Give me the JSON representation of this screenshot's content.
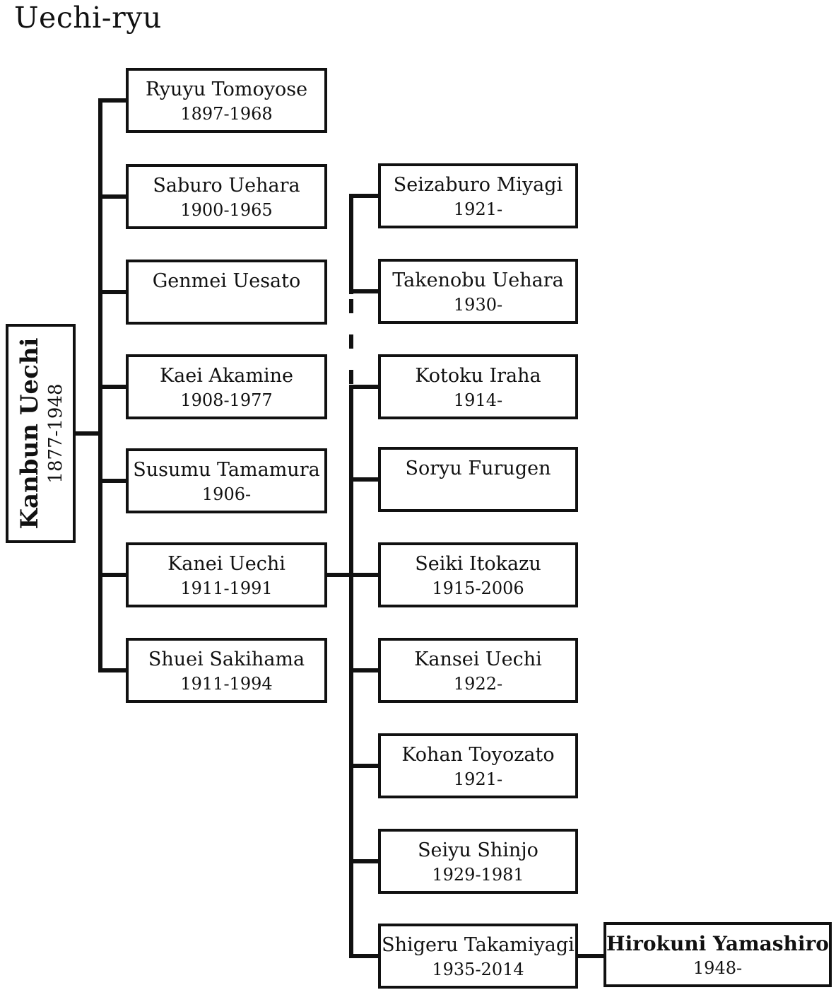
{
  "title": "Uechi-ryu",
  "colors": {
    "ink": "#111111",
    "background": "#ffffff"
  },
  "root": {
    "name": "Kanbun Uechi",
    "dates": "1877-1948"
  },
  "gen1": [
    {
      "name": "Ryuyu Tomoyose",
      "dates": "1897-1968"
    },
    {
      "name": "Saburo Uehara",
      "dates": "1900-1965"
    },
    {
      "name": "Genmei Uesato",
      "dates": ""
    },
    {
      "name": "Kaei Akamine",
      "dates": "1908-1977"
    },
    {
      "name": "Susumu Tamamura",
      "dates": "1906-"
    },
    {
      "name": "Kanei Uechi",
      "dates": "1911-1991"
    },
    {
      "name": "Shuei Sakihama",
      "dates": "1911-1994"
    }
  ],
  "gen2": [
    {
      "name": "Seizaburo Miyagi",
      "dates": "1921-"
    },
    {
      "name": "Takenobu Uehara",
      "dates": "1930-"
    },
    {
      "name": "Kotoku Iraha",
      "dates": "1914-"
    },
    {
      "name": "Soryu Furugen",
      "dates": ""
    },
    {
      "name": "Seiki Itokazu",
      "dates": "1915-2006"
    },
    {
      "name": "Kansei Uechi",
      "dates": "1922-"
    },
    {
      "name": "Kohan Toyozato",
      "dates": "1921-"
    },
    {
      "name": "Seiyu Shinjo",
      "dates": "1929-1981"
    },
    {
      "name": "Shigeru Takamiyagi",
      "dates": "1935-2014"
    }
  ],
  "gen3": [
    {
      "name": "Hirokuni Yamashiro",
      "dates": "1948-"
    }
  ],
  "structure": {
    "gen1_parent": "Kanbun Uechi",
    "gen2_parent": "Kanei Uechi",
    "gen3_parent": "Shigeru Takamiyagi",
    "dashed_trunk_segment_between": [
      "Takenobu Uehara",
      "Kotoku Iraha"
    ]
  }
}
